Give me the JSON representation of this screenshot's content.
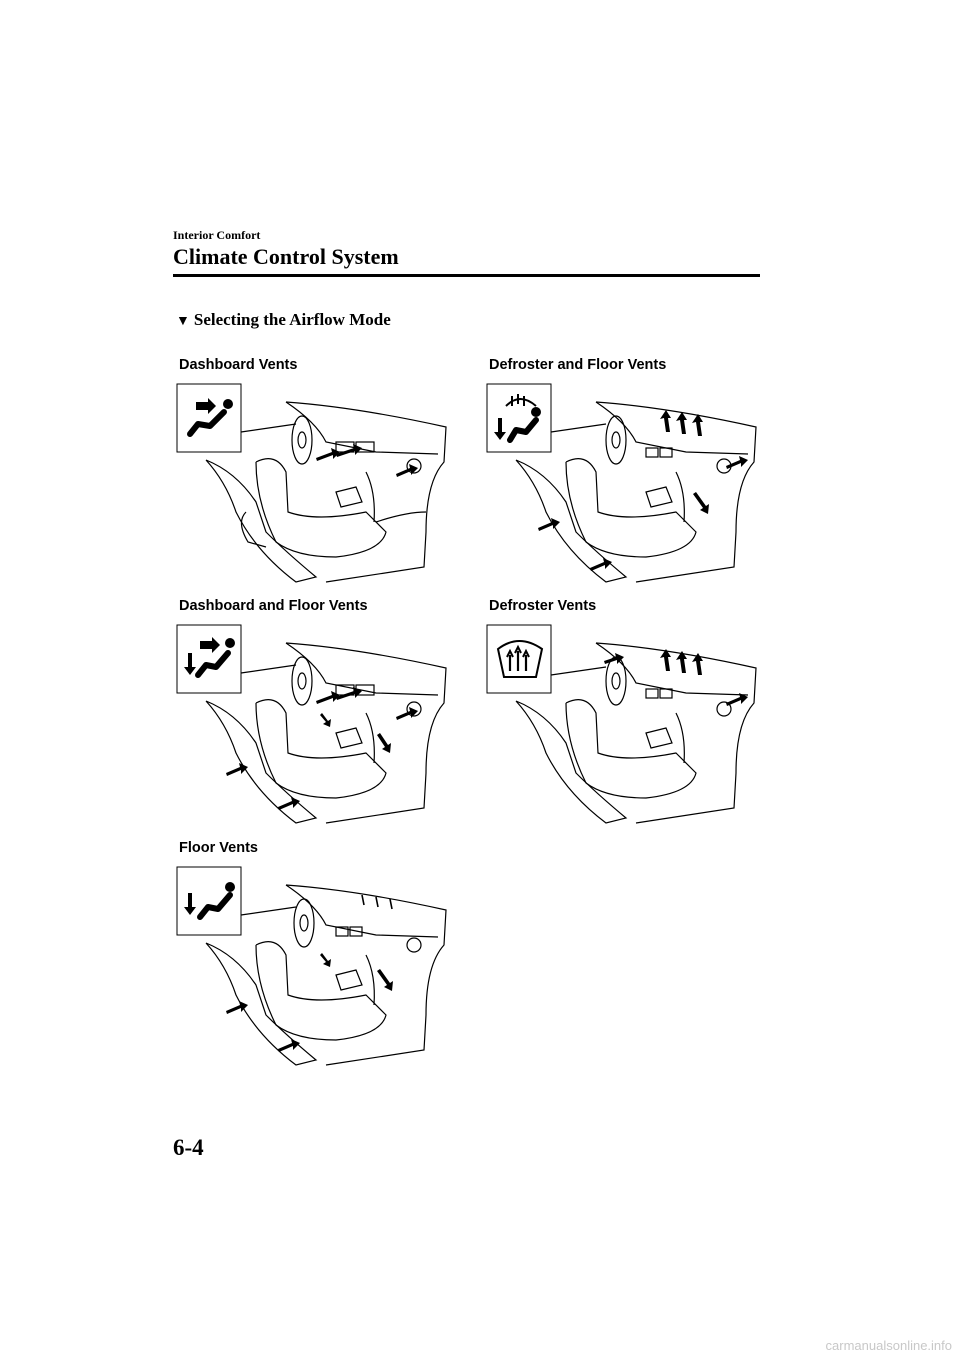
{
  "header": {
    "section": "Interior Comfort",
    "title": "Climate Control System"
  },
  "subheading": {
    "marker": "▼",
    "text": "Selecting the Airflow Mode"
  },
  "figures": [
    {
      "label": "Dashboard Vents",
      "icon": "dashboard-vents-icon"
    },
    {
      "label": "Defroster and Floor Vents",
      "icon": "defroster-floor-vents-icon"
    },
    {
      "label": "Dashboard and Floor Vents",
      "icon": "dashboard-floor-vents-icon"
    },
    {
      "label": "Defroster Vents",
      "icon": "defroster-vents-icon"
    },
    {
      "label": "Floor Vents",
      "icon": "floor-vents-icon"
    }
  ],
  "footer": {
    "page_number": "6-4",
    "watermark": "carmanualsonline.info"
  }
}
